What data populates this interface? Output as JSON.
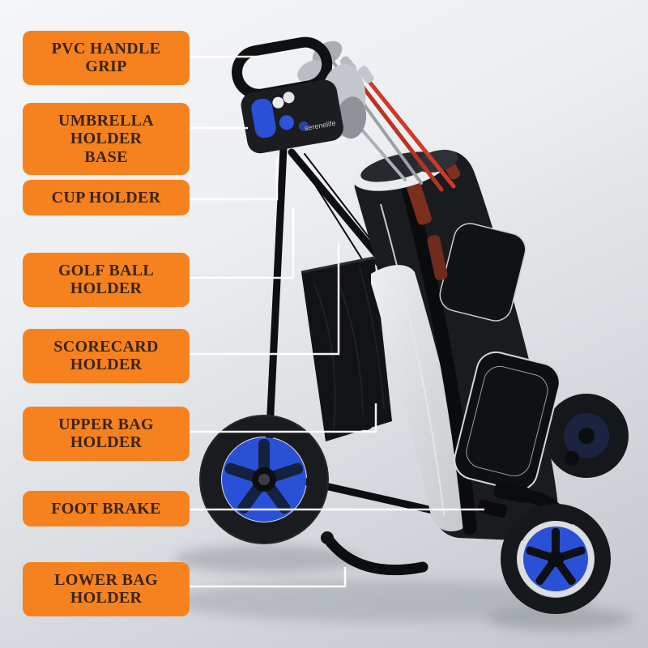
{
  "labels": [
    {
      "text": "PVC HANDLE GRIP"
    },
    {
      "text": "UMBRELLA HOLDER BASE"
    },
    {
      "text": "CUP HOLDER"
    },
    {
      "text": "GOLF BALL HOLDER"
    },
    {
      "text": "SCORECARD HOLDER"
    },
    {
      "text": "UPPER BAG HOLDER"
    },
    {
      "text": "FOOT BRAKE"
    },
    {
      "text": "LOWER BAG HOLDER"
    }
  ],
  "product": {
    "brand": "serenelife"
  },
  "colors": {
    "label_background": "#f6821f",
    "label_text": "#3b2412",
    "connector": "#ffffff",
    "wheel_accent_blue": "#2b50d8",
    "bag_black": "#191b1e",
    "strap_maroon": "#7c2e1e",
    "club_shaft_red": "#cf3a27"
  }
}
